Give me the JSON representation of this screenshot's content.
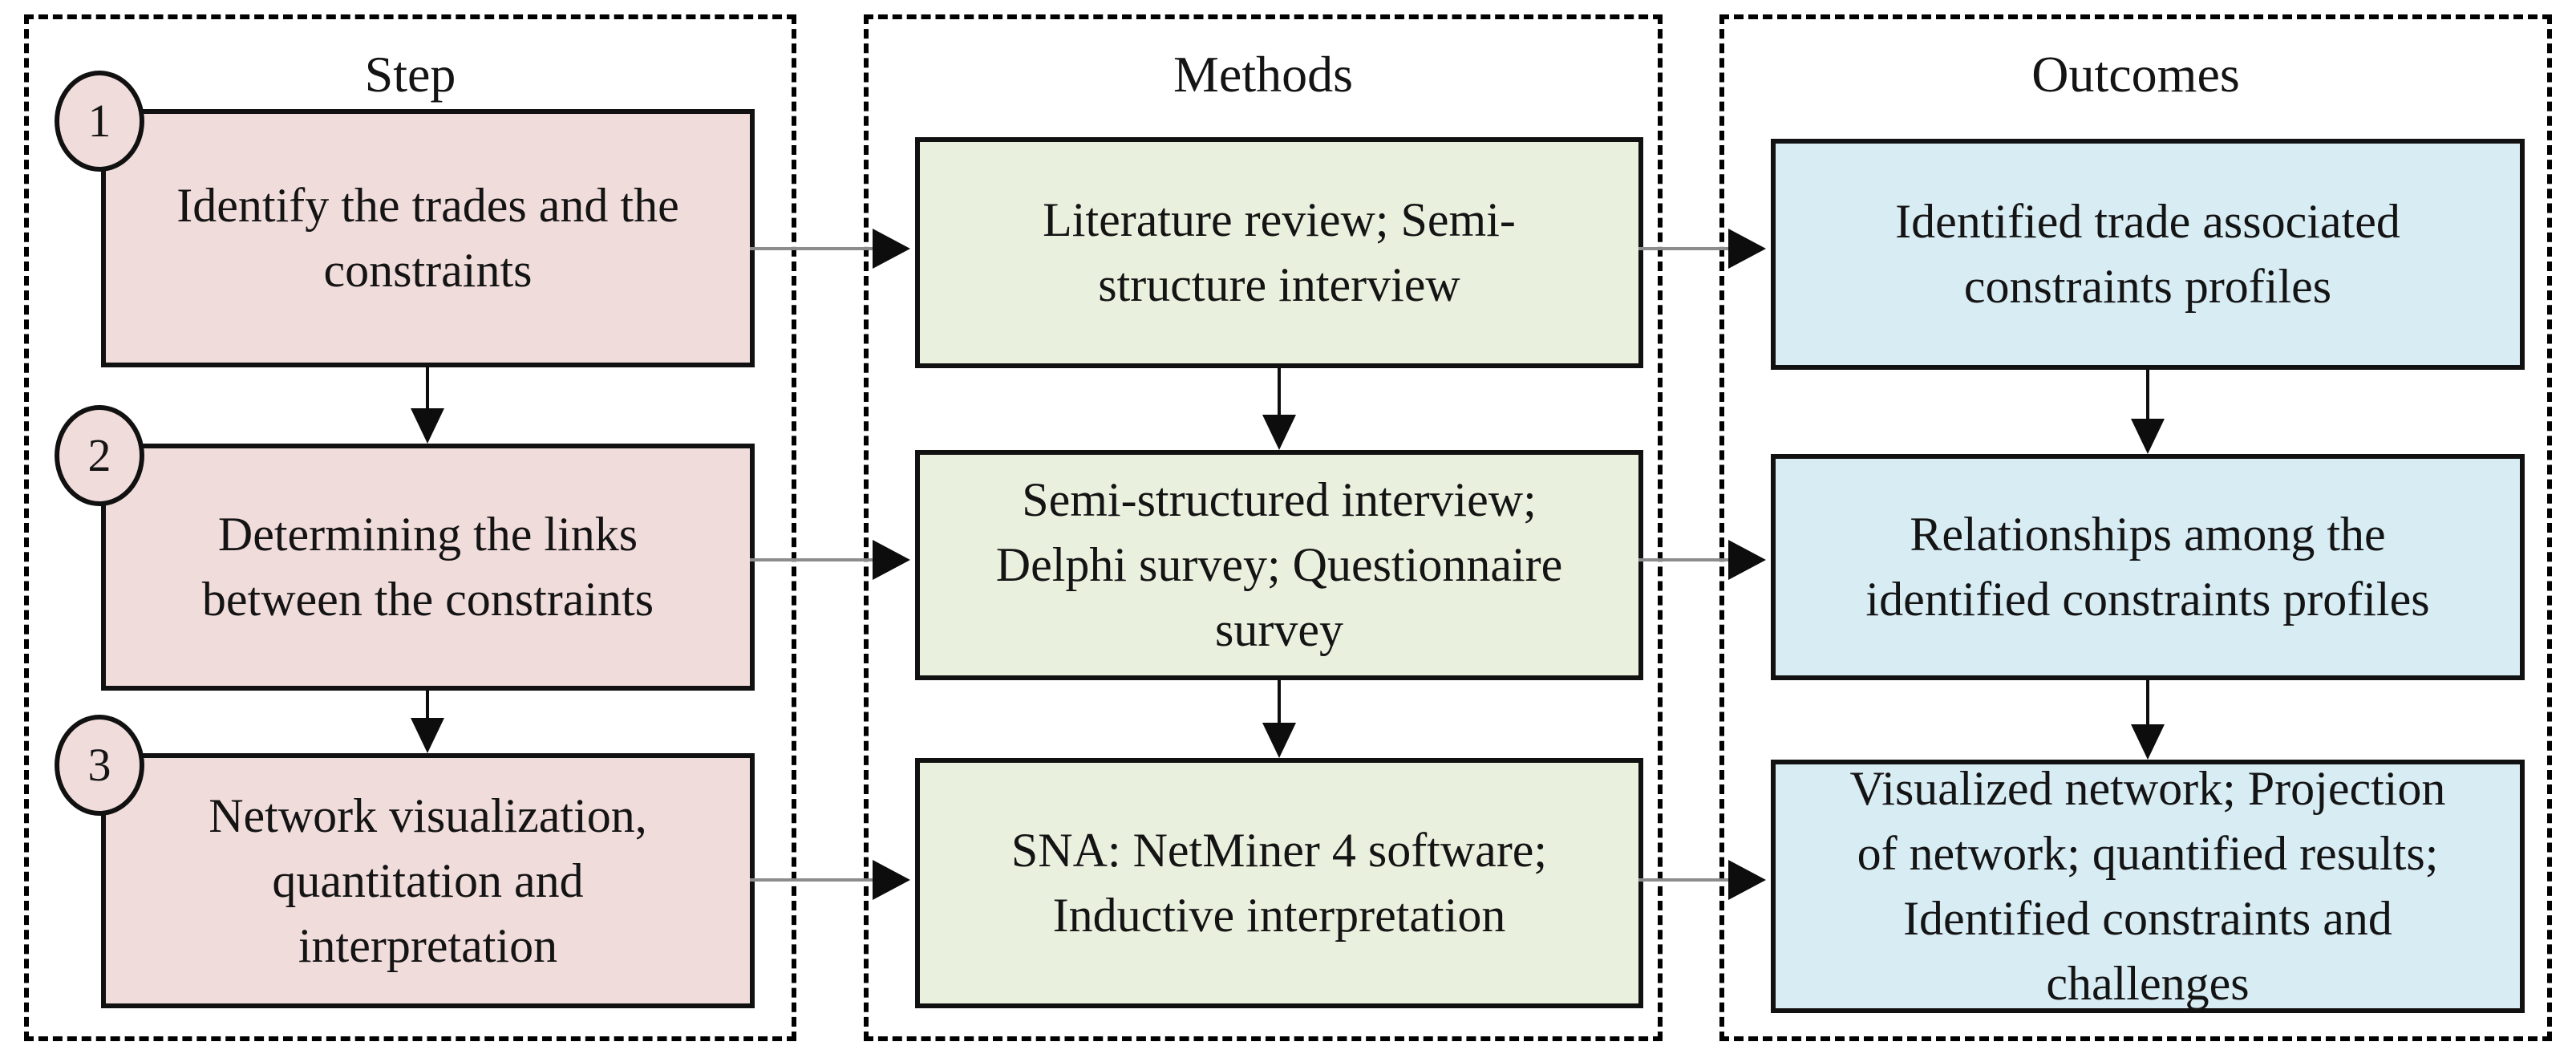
{
  "title": "Research framework flow diagram",
  "columns": [
    {
      "header": "Step",
      "boxes": [
        {
          "badge": "1",
          "text": "Identify the trades and the\nconstraints"
        },
        {
          "badge": "2",
          "text": "Determining the links\nbetween the constraints"
        },
        {
          "badge": "3",
          "text": "Network visualization,\nquantitation and\ninterpretation"
        }
      ]
    },
    {
      "header": "Methods",
      "boxes": [
        {
          "text": "Literature review; Semi-\nstructure interview"
        },
        {
          "text": "Semi-structured interview;\nDelphi survey; Questionnaire\nsurvey"
        },
        {
          "text": "SNA: NetMiner 4 software;\nInductive interpretation"
        }
      ]
    },
    {
      "header": "Outcomes",
      "boxes": [
        {
          "text": "Identified  trade associated\nconstraints profiles"
        },
        {
          "text": "Relationships among the\nidentified constraints profiles"
        },
        {
          "text": "Visualized network; Projection\nof network; quantified results;\nIdentified constraints and\nchallenges"
        }
      ]
    }
  ],
  "colors": {
    "step_fill": "#f0dcdb",
    "methods_fill": "#eaf0de",
    "outcomes_fill": "#d8ecf4",
    "box_border": "#111111",
    "panel_border": "#000000",
    "connector_gray": "#8c8c8c",
    "arrow_black": "#0d0d0d",
    "text_color": "#141414",
    "page_bg": "#ffffff"
  }
}
